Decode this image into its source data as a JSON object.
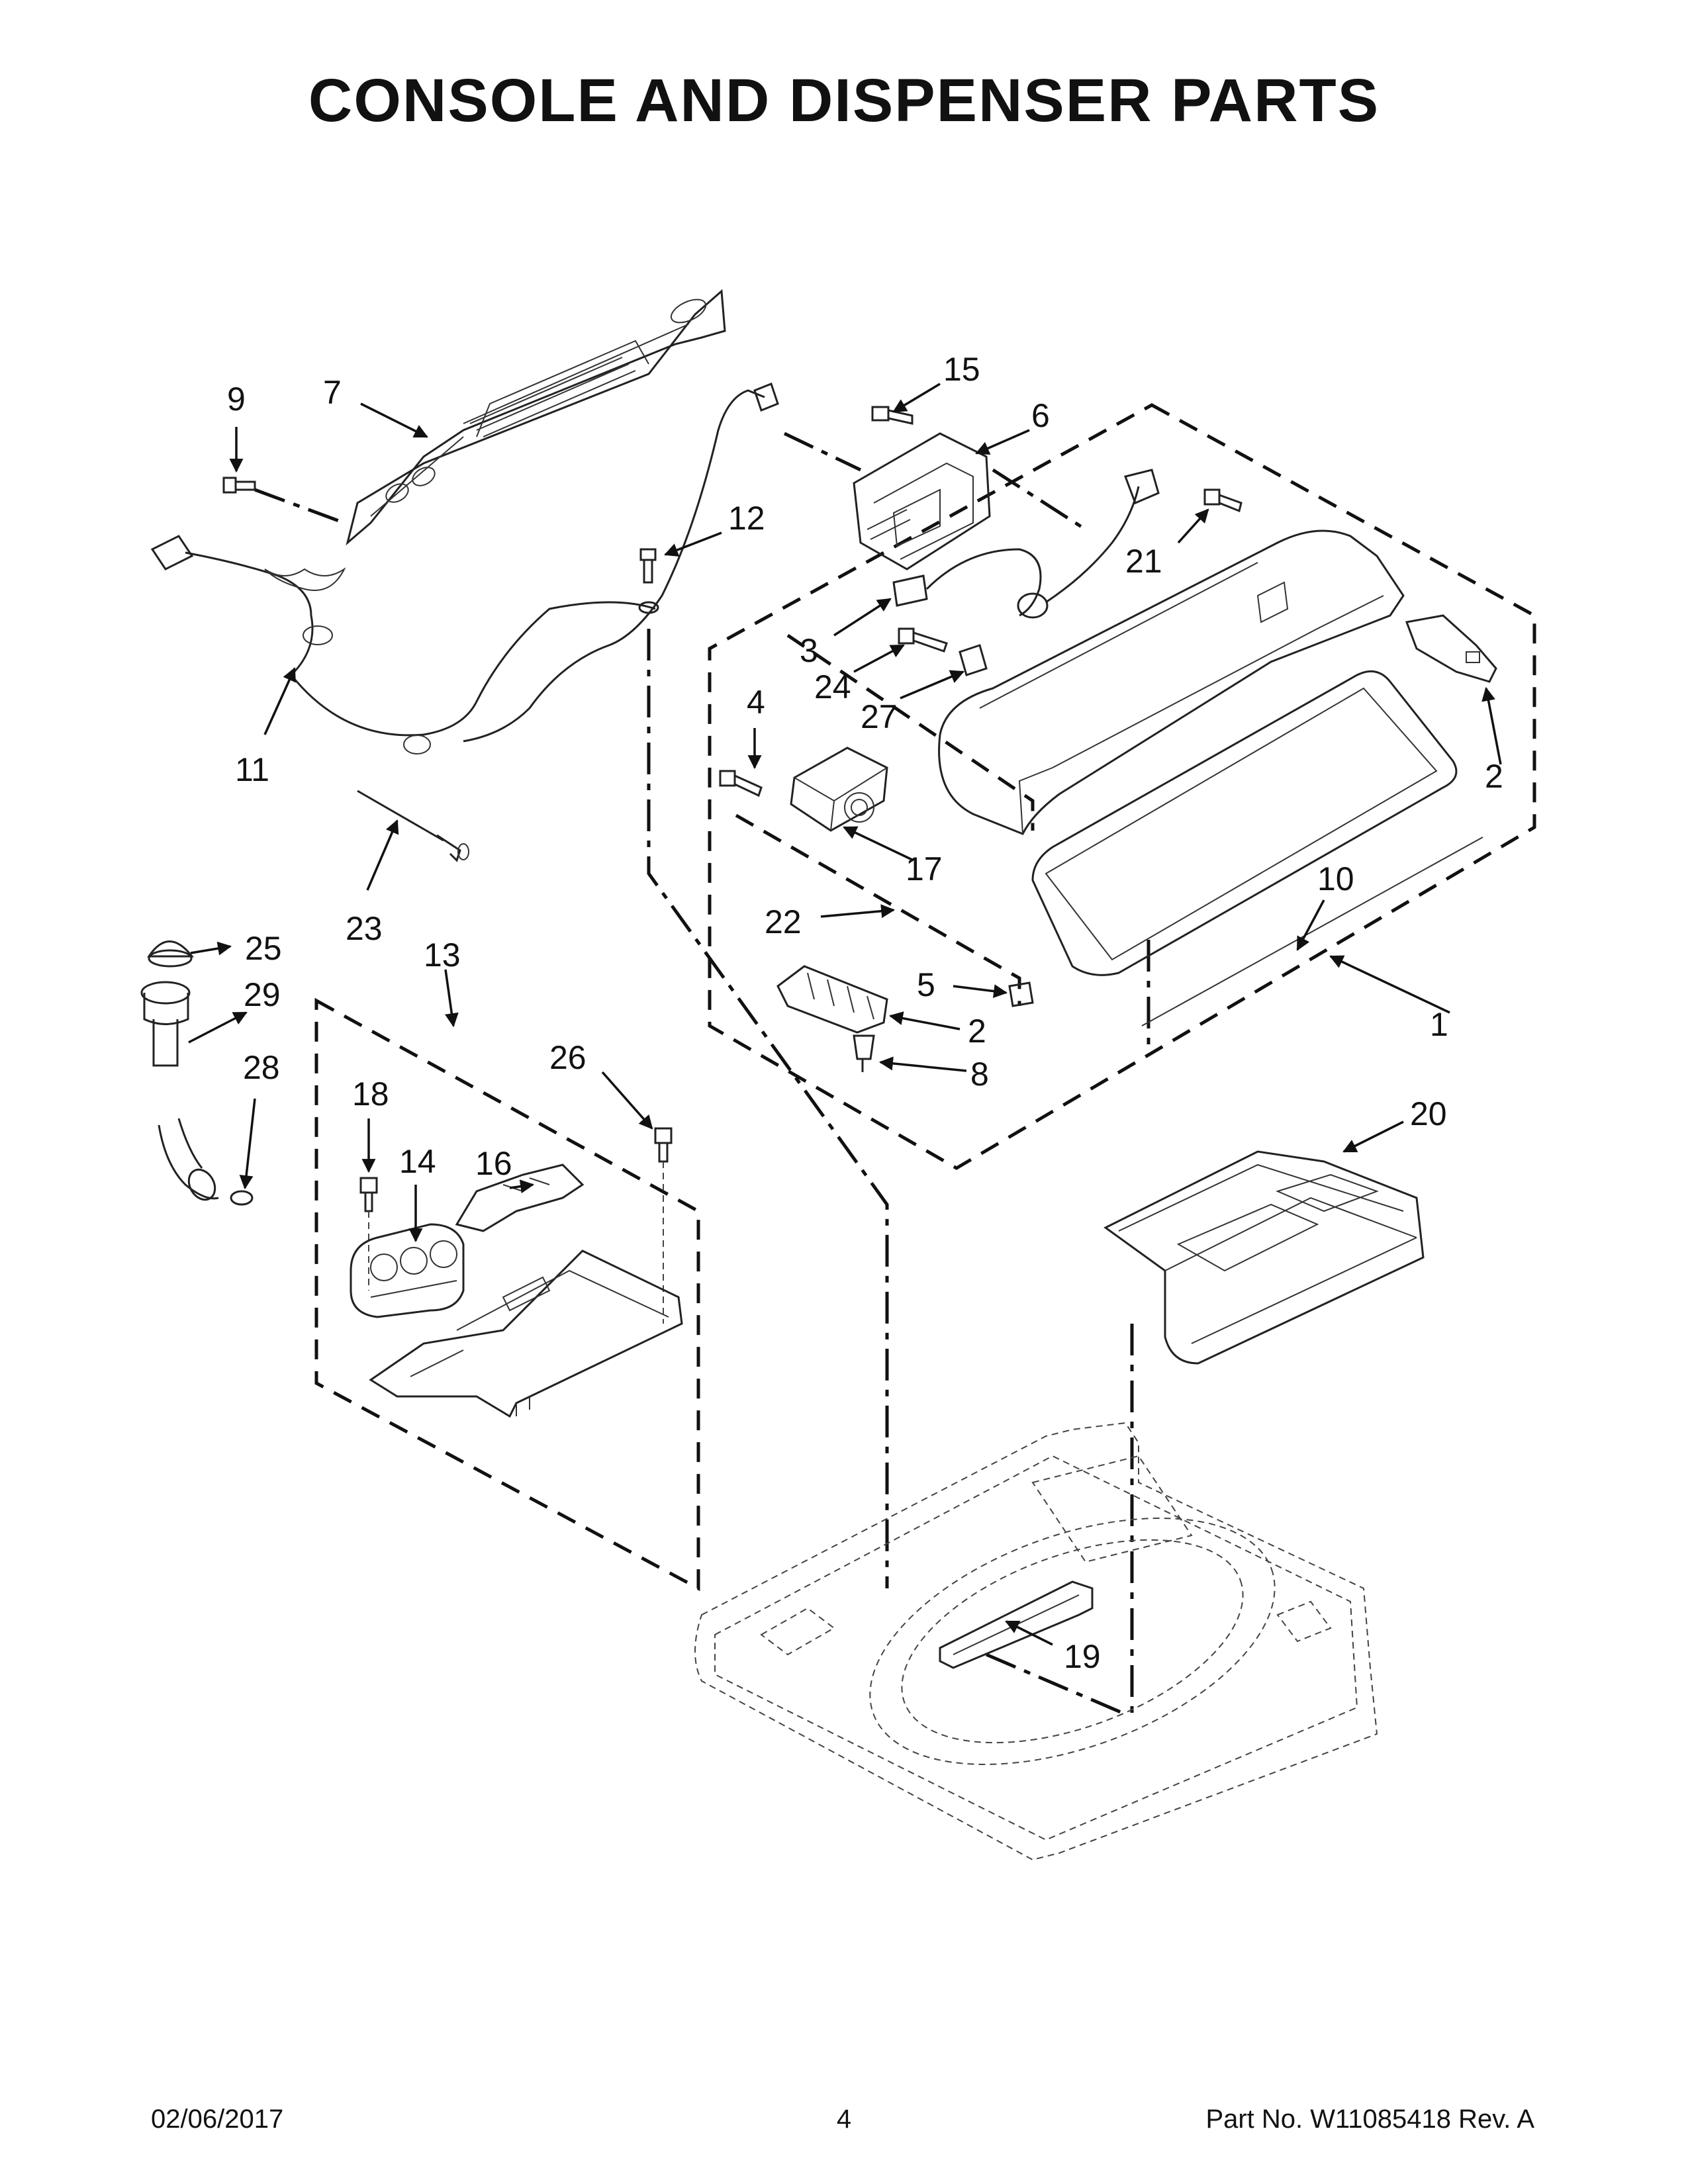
{
  "title": "CONSOLE AND DISPENSER PARTS",
  "callouts": [
    {
      "num": "1"
    },
    {
      "num": "2"
    },
    {
      "num": "2"
    },
    {
      "num": "3"
    },
    {
      "num": "4"
    },
    {
      "num": "5"
    },
    {
      "num": "6"
    },
    {
      "num": "7"
    },
    {
      "num": "8"
    },
    {
      "num": "9"
    },
    {
      "num": "10"
    },
    {
      "num": "11"
    },
    {
      "num": "12"
    },
    {
      "num": "13"
    },
    {
      "num": "14"
    },
    {
      "num": "15"
    },
    {
      "num": "16"
    },
    {
      "num": "17"
    },
    {
      "num": "18"
    },
    {
      "num": "19"
    },
    {
      "num": "20"
    },
    {
      "num": "21"
    },
    {
      "num": "22"
    },
    {
      "num": "23"
    },
    {
      "num": "24"
    },
    {
      "num": "25"
    },
    {
      "num": "26"
    },
    {
      "num": "27"
    },
    {
      "num": "28"
    },
    {
      "num": "29"
    }
  ],
  "footer": {
    "date": "02/06/2017",
    "page": "4",
    "part_no": "Part No.  W11085418  Rev.  A"
  }
}
